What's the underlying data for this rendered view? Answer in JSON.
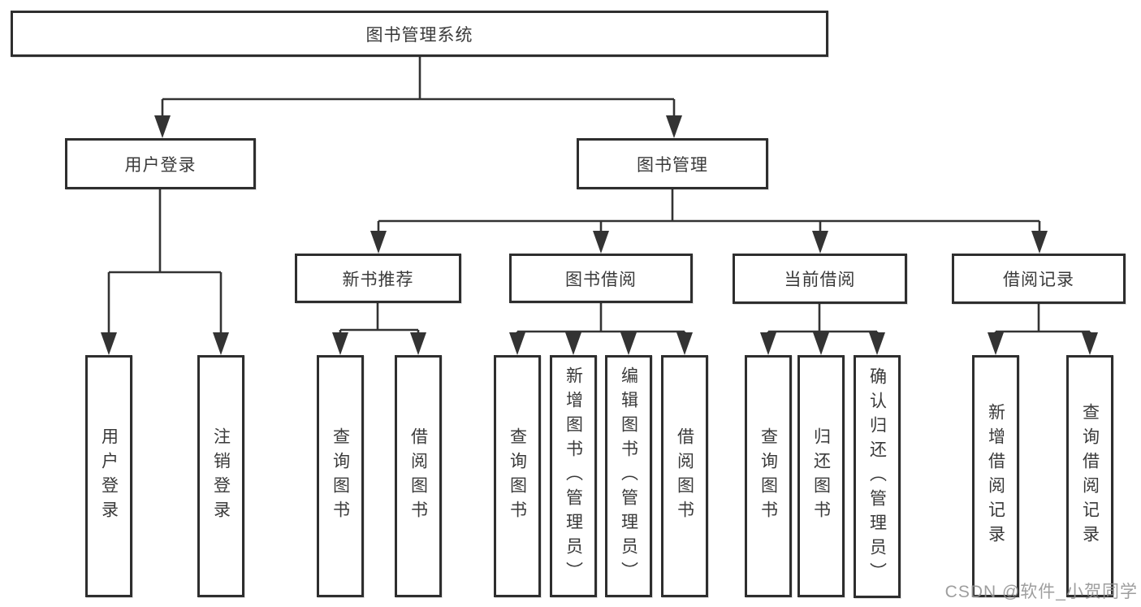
{
  "nodes": {
    "root": "图书管理系统",
    "user_login": "用户登录",
    "book_mgmt": "图书管理",
    "new_book_rec": "新书推荐",
    "book_borrow": "图书借阅",
    "current_borrow": "当前借阅",
    "borrow_records": "借阅记录",
    "leaf_user_login": "用户登录",
    "leaf_logout": "注销登录",
    "nb_query_book": "查询图书",
    "nb_borrow_book": "借阅图书",
    "bb_query_book": "查询图书",
    "bb_add_book": "新增图书（管理员）",
    "bb_edit_book": "编辑图书（管理员）",
    "bb_borrow_book": "借阅图书",
    "cb_query_book": "查询图书",
    "cb_return_book": "归还图书",
    "cb_confirm_return": "确认归还（管理员）",
    "br_add_record": "新增借阅记录",
    "br_query_record": "查询借阅记录"
  },
  "tree": {
    "图书管理系统": {
      "用户登录": [
        "用户登录",
        "注销登录"
      ],
      "图书管理": {
        "新书推荐": [
          "查询图书",
          "借阅图书"
        ],
        "图书借阅": [
          "查询图书",
          "新增图书（管理员）",
          "编辑图书（管理员）",
          "借阅图书"
        ],
        "当前借阅": [
          "查询图书",
          "归还图书",
          "确认归还（管理员）"
        ],
        "借阅记录": [
          "新增借阅记录",
          "查询借阅记录"
        ]
      }
    }
  },
  "watermark": "CSDN @软件_小贺同学",
  "colors": {
    "line": "#333333",
    "box_border": "#2e2e2e",
    "box_fill": "#ffffff",
    "text": "#3a3a3a",
    "watermark": "#949494"
  }
}
